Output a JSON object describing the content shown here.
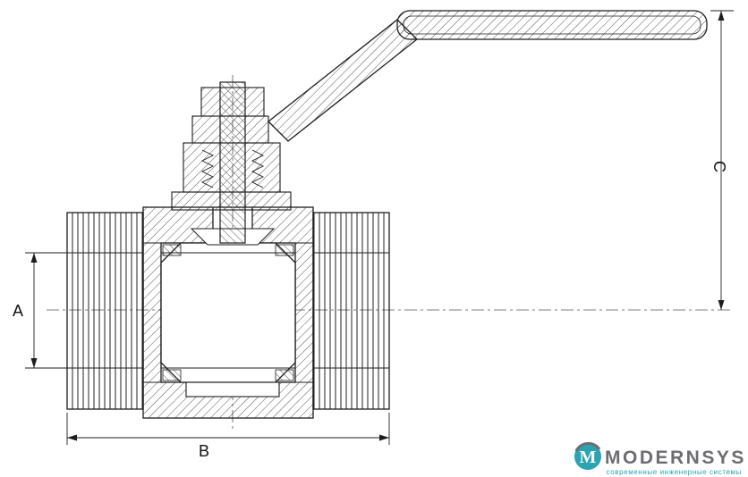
{
  "drawing": {
    "subject": "ball-valve-sectional-drawing",
    "labels": {
      "a": "A",
      "b": "B",
      "c": "C"
    },
    "line_color": "#1d1d1d"
  },
  "logo": {
    "monogram": "M",
    "brand": "MODERNSYS",
    "tagline": "современные инженерные системы",
    "brand_color": "#6c6d70",
    "accent_color": "#2aa3b3"
  }
}
